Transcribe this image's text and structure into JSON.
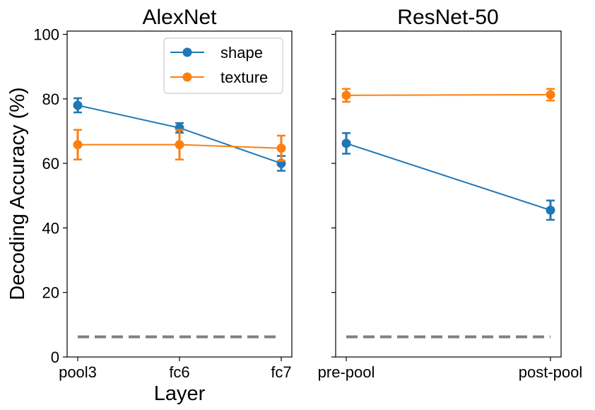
{
  "chart_data": [
    {
      "type": "line",
      "title": "AlexNet",
      "xlabel": "Layer",
      "ylabel": "Decoding Accuracy (%)",
      "ylim": [
        0,
        101
      ],
      "yticks": [
        0,
        20,
        40,
        60,
        80,
        100
      ],
      "categories": [
        "pool3",
        "fc6",
        "fc7"
      ],
      "series": [
        {
          "name": "shape",
          "color": "#1f77b4",
          "values": [
            78.0,
            71.0,
            60.0
          ],
          "errors": [
            2.2,
            1.5,
            2.3
          ]
        },
        {
          "name": "texture",
          "color": "#ff7f0e",
          "values": [
            65.8,
            65.8,
            64.7
          ],
          "errors": [
            4.6,
            4.6,
            3.9
          ]
        }
      ],
      "chance_level": 6.25,
      "chance_color": "#808080",
      "legend": {
        "position": "upper-right",
        "entries": [
          "shape",
          "texture"
        ]
      },
      "grid": false
    },
    {
      "type": "line",
      "title": "ResNet-50",
      "xlabel": "",
      "ylabel": "",
      "ylim": [
        0,
        101
      ],
      "categories": [
        "pre-pool",
        "post-pool"
      ],
      "series": [
        {
          "name": "shape",
          "color": "#1f77b4",
          "values": [
            66.2,
            45.5
          ],
          "errors": [
            3.2,
            3.0
          ]
        },
        {
          "name": "texture",
          "color": "#ff7f0e",
          "values": [
            81.1,
            81.3
          ],
          "errors": [
            2.0,
            1.8
          ]
        }
      ],
      "chance_level": 6.25,
      "chance_color": "#808080",
      "grid": false
    }
  ]
}
